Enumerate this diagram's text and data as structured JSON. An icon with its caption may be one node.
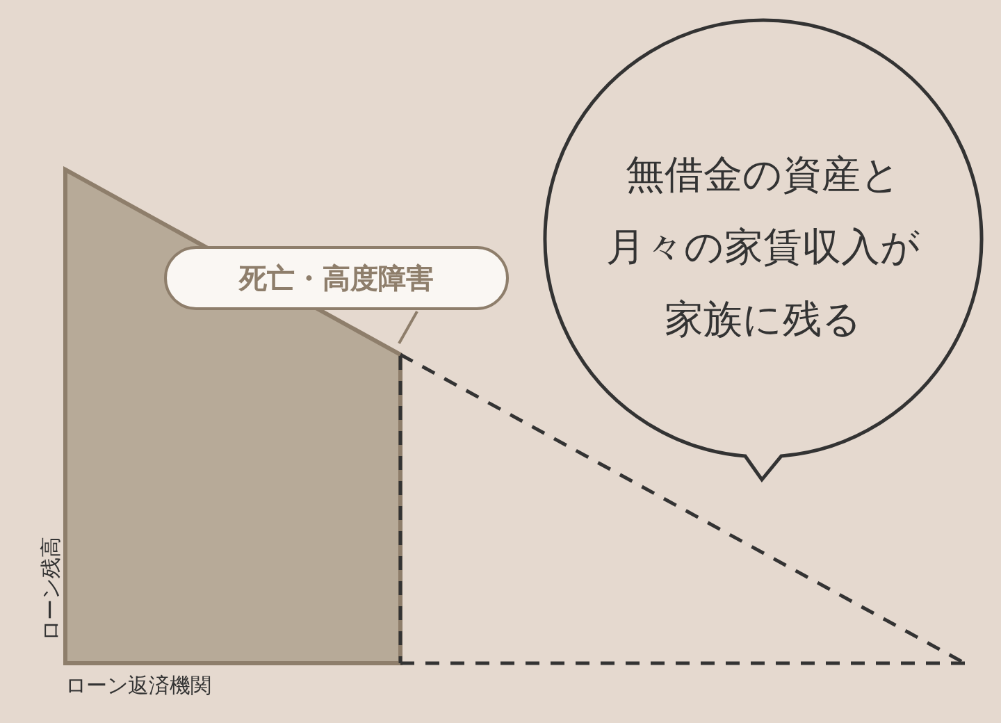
{
  "diagram": {
    "nodes": [
      {
        "text": [
          "死亡・高度障害"
        ]
      },
      {
        "text": [
          "無借金の資産と月々の家賃収入が家族に残る"
        ]
      },
      {
        "text": [],
        "shape": "trapezoid"
      }
    ],
    "edges": [
      {
        "from": 0,
        "to": 2,
        "arrow": "none"
      }
    ],
    "labels": [
      "ローン残高",
      "ローン返済機関"
    ]
  }
}
